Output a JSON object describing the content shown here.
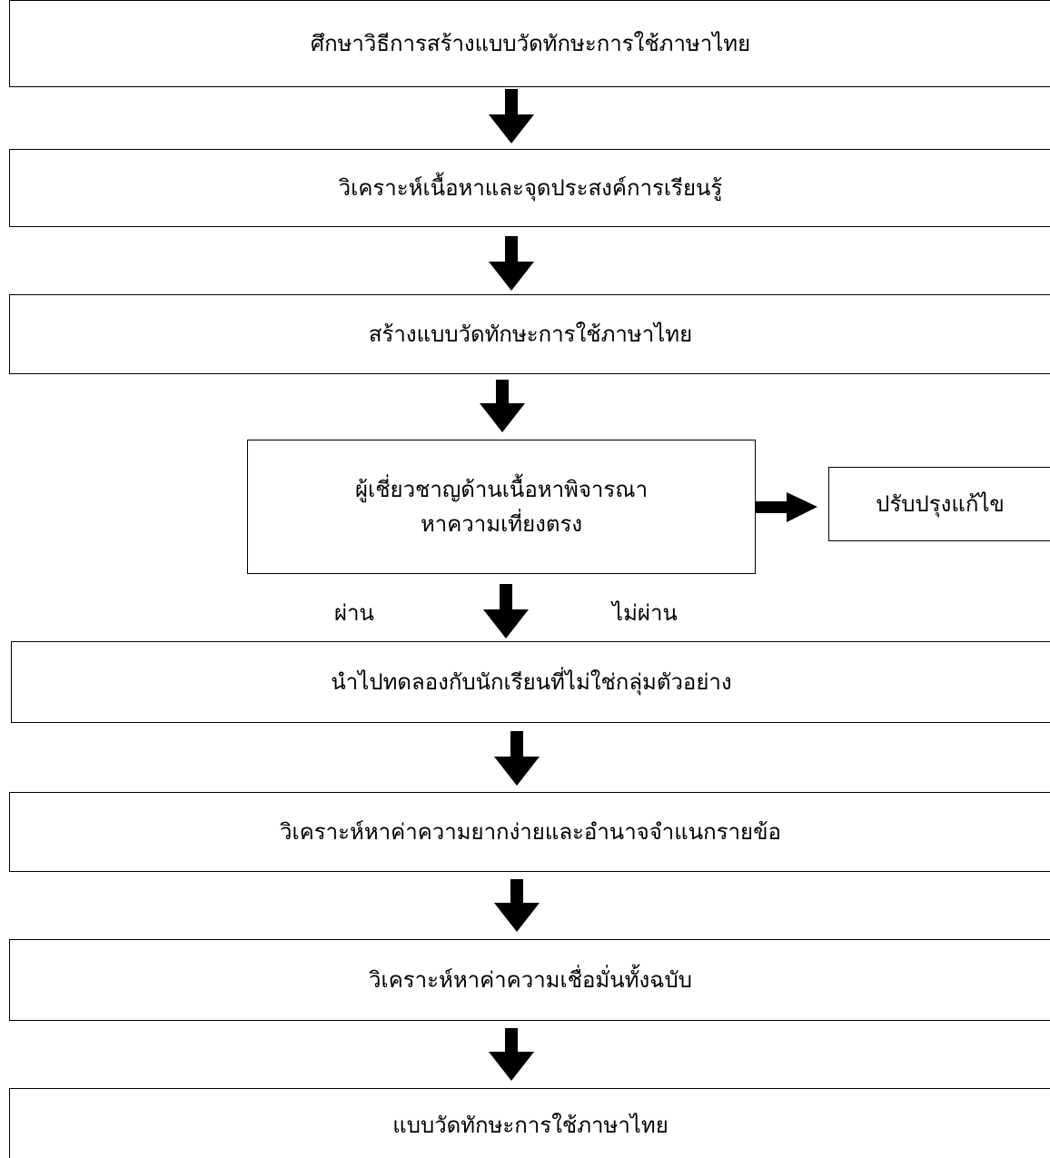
{
  "flowchart": {
    "steps": [
      {
        "label": "ศึกษาวิธีการสร้างแบบวัดทักษะการใช้ภาษาไทย"
      },
      {
        "label": "วิเคราะห์เนื้อหาและจุดประสงค์การเรียนรู้"
      },
      {
        "label": "สร้างแบบวัดทักษะการใช้ภาษาไทย"
      },
      {
        "label_line1": "ผู้เชี่ยวชาญด้านเนื้อหาพิจารณา",
        "label_line2": "หาความเที่ยงตรง"
      },
      {
        "label": "นำไปทดลองกับนักเรียนที่ไม่ใช่กลุ่มตัวอย่าง"
      },
      {
        "label": "วิเคราะห์หาค่าความยากง่ายและอำนาจจำแนกรายข้อ"
      },
      {
        "label": "วิเคราะห์หาค่าความเชื่อมั่นทั้งฉบับ"
      },
      {
        "label": "แบบวัดทักษะการใช้ภาษาไทย"
      }
    ],
    "side_box": {
      "label": "ปรับปรุงแก้ไข"
    },
    "branch_labels": {
      "pass": "ผ่าน",
      "fail": "ไม่ผ่าน"
    }
  }
}
